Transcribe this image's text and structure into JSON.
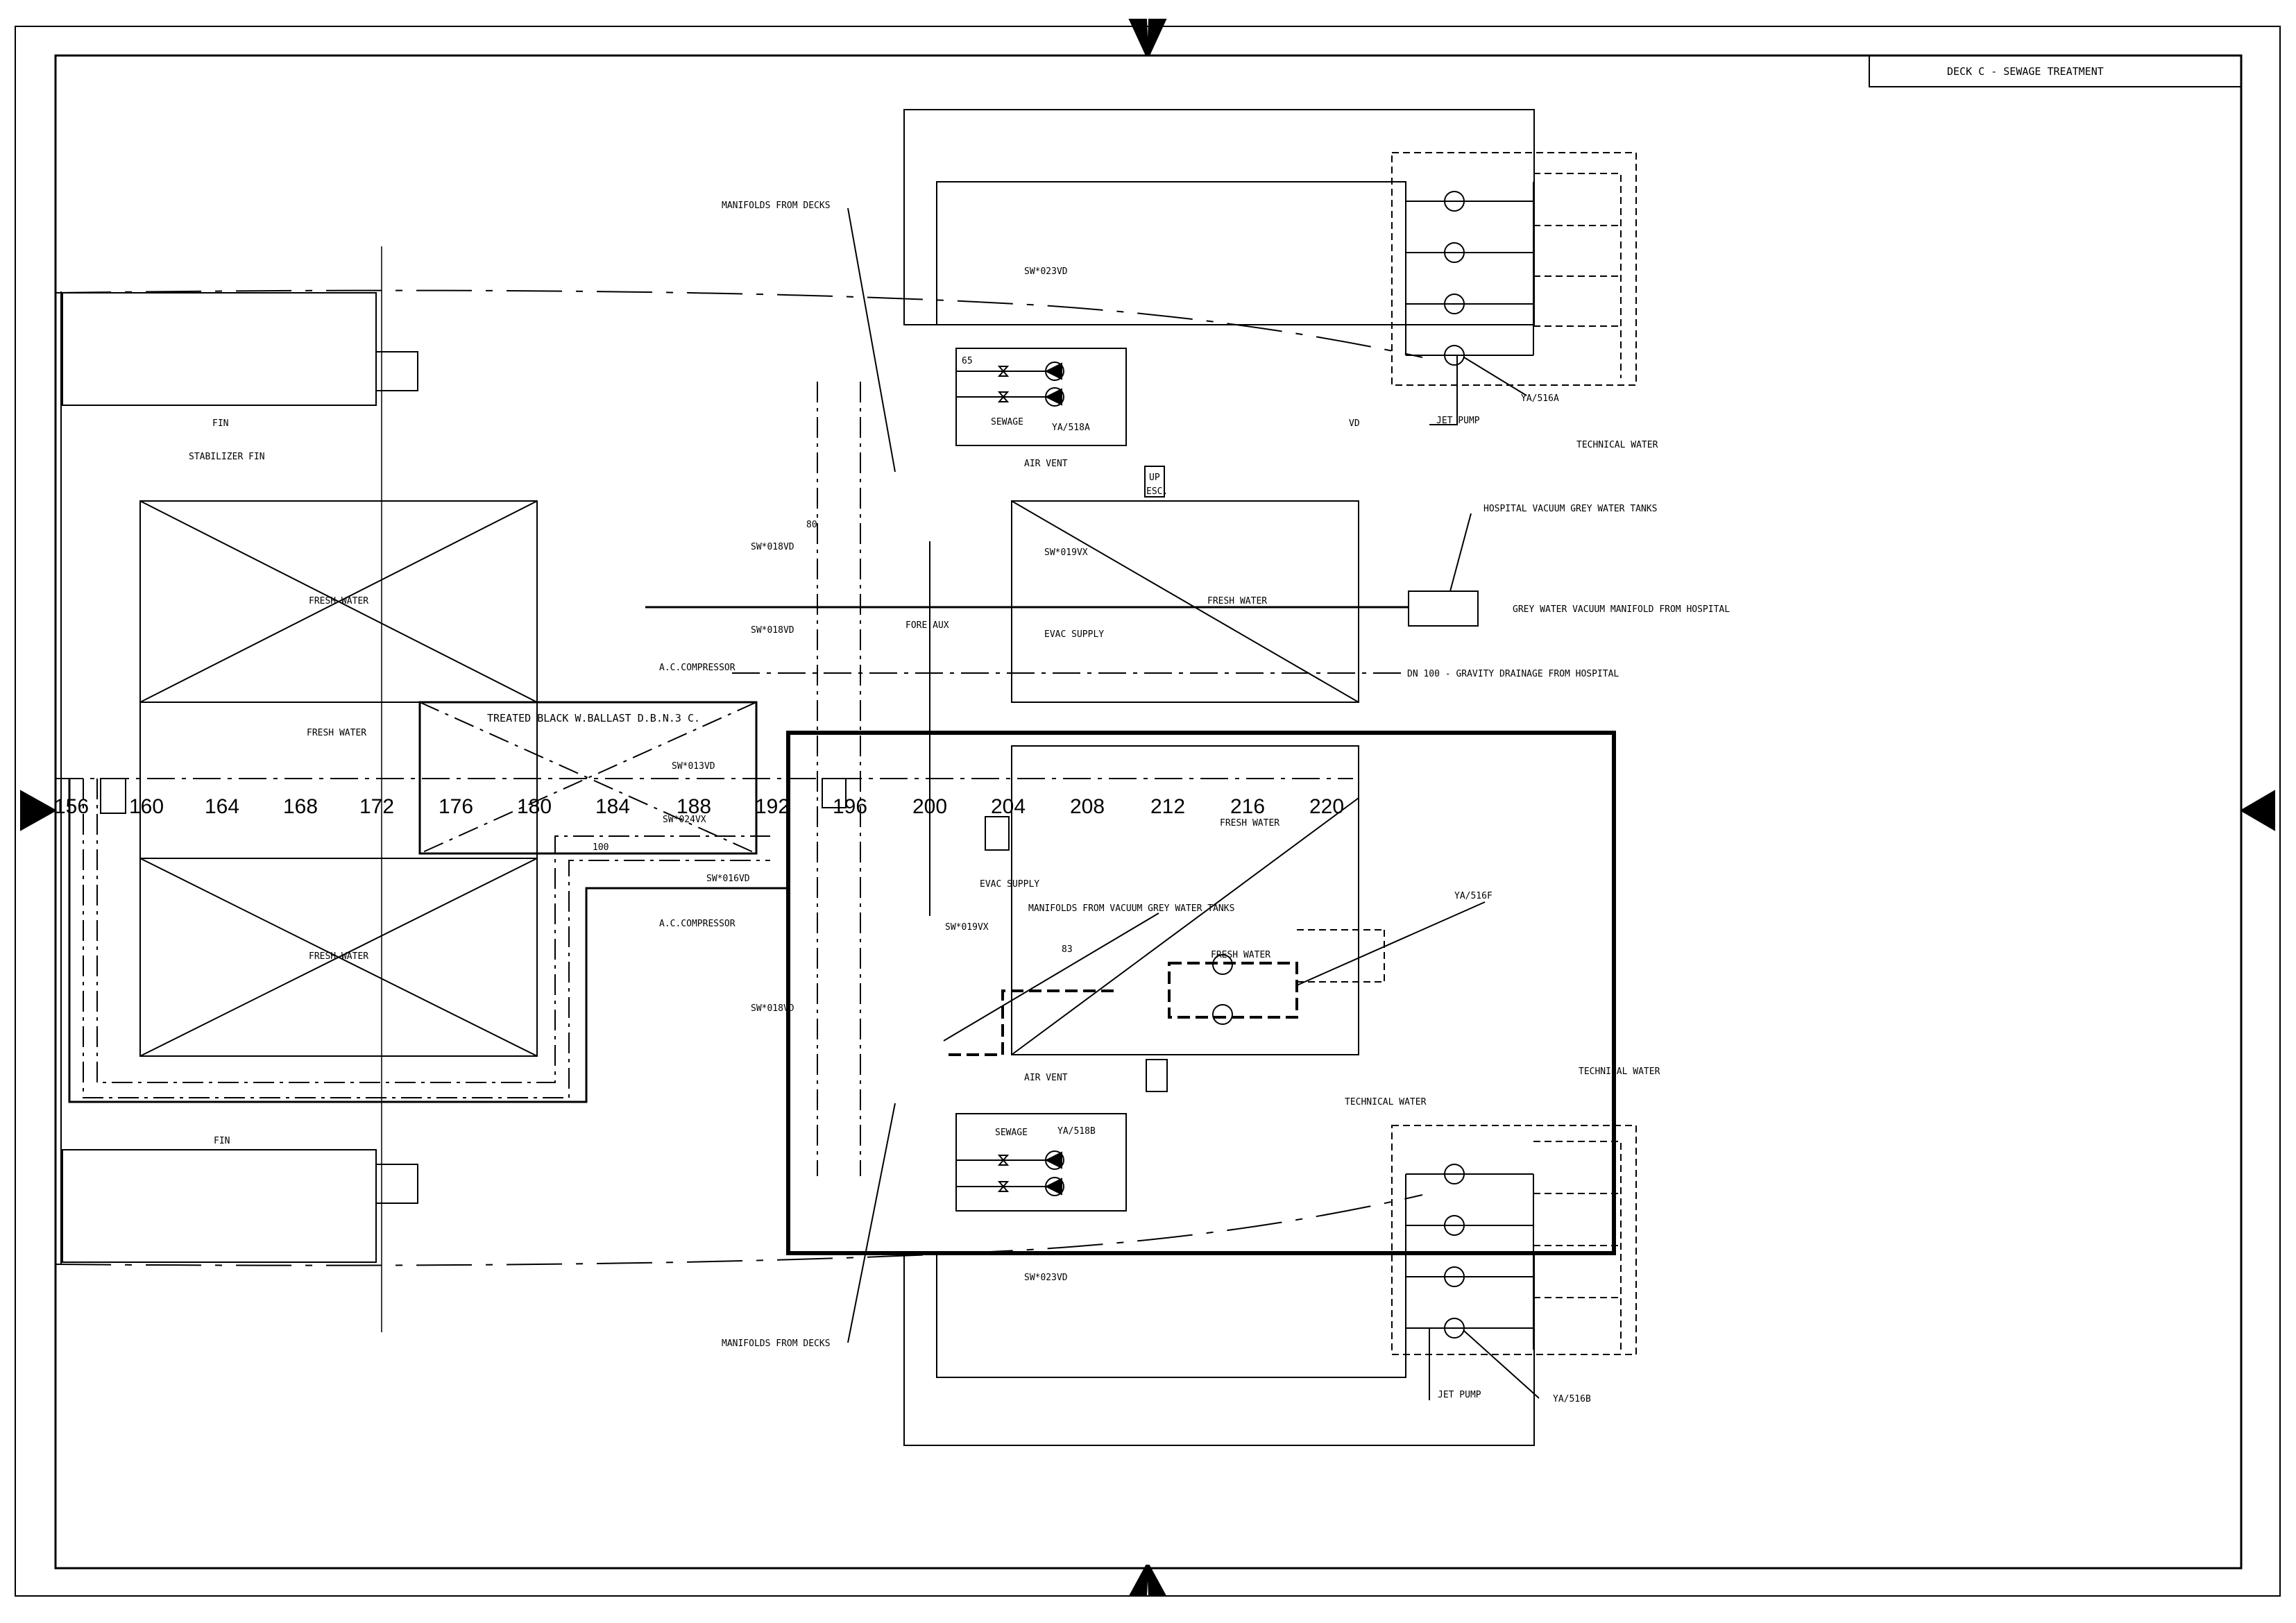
{
  "title_block": {
    "title": "DECK C - SEWAGE TREATMENT"
  },
  "frame_numbers": [
    "156",
    "160",
    "164",
    "168",
    "172",
    "176",
    "180",
    "184",
    "188",
    "192",
    "196",
    "200",
    "204",
    "208",
    "212",
    "216",
    "220"
  ],
  "labels": {
    "manifolds_from_decks_top": "MANIFOLDS FROM DECKS",
    "manifolds_from_decks_bottom": "MANIFOLDS FROM DECKS",
    "sw023vd_top": "SW*023VD",
    "sw023vd_bottom": "SW*023VD",
    "sewage_top": "SEWAGE",
    "sewage_bottom": "SEWAGE",
    "ya518a": "YA/518A",
    "ya518b": "YA/518B",
    "air_vent_top": "AIR VENT",
    "air_vent_bottom": "AIR VENT",
    "sw018vd_a": "SW*018VD",
    "sw018vd_b": "SW*018VD",
    "sw018vd_c": "SW*018VD",
    "sw019vx_top": "SW*019VX",
    "sw019vx_bottom": "SW*019VX",
    "sw016vd": "SW*016VD",
    "sw013vd": "SW*013VD",
    "sw024vx": "SW*024VX",
    "fore_aux": "FORE AUX",
    "evac_supply_top": "EVAC SUPPLY",
    "evac_supply_bottom": "EVAC SUPPLY",
    "fresh_water_1": "FRESH WATER",
    "fresh_water_2": "FRESH WATER",
    "fresh_water_3": "FRESH WATER",
    "fresh_water_4": "FRESH WATER",
    "fresh_water_5": "FRESH WATER",
    "fresh_water_6": "FRESH WATER",
    "fin_top": "FIN",
    "fin_bottom": "FIN",
    "stabilizer_fin": "STABILIZER FIN",
    "vd": "VD",
    "ac_compressor_top": "A.C.COMPRESSOR",
    "ac_compressor_bottom": "A.C.COMPRESSOR",
    "treated_black": "TREATED BLACK W.BALLAST D.B.N.3 C.",
    "hospital_tanks": "HOSPITAL VACUUM GREY WATER TANKS",
    "grey_water_manifold": "GREY WATER VACUUM MANIFOLD FROM HOSPITAL",
    "gravity_drainage": "DN 100 - GRAVITY DRAINAGE FROM HOSPITAL",
    "manifolds_vacuum_grey": "MANIFOLDS FROM VACUUM GREY WATER TANKS",
    "ya516f": "YA/516F",
    "ya516a": "YA/516A",
    "ya516b": "YA/516B",
    "jet_pump_top": "JET PUMP",
    "jet_pump_bottom": "JET PUMP",
    "technical_water_1": "TECHNICAL WATER",
    "technical_water_2": "TECHNICAL WATER",
    "technical_water_3": "TECHNICAL WATER",
    "up": "UP",
    "esc": "ESC.",
    "dn_65": "65",
    "dn_80": "80",
    "dn_100": "100",
    "dn_83": "83"
  }
}
